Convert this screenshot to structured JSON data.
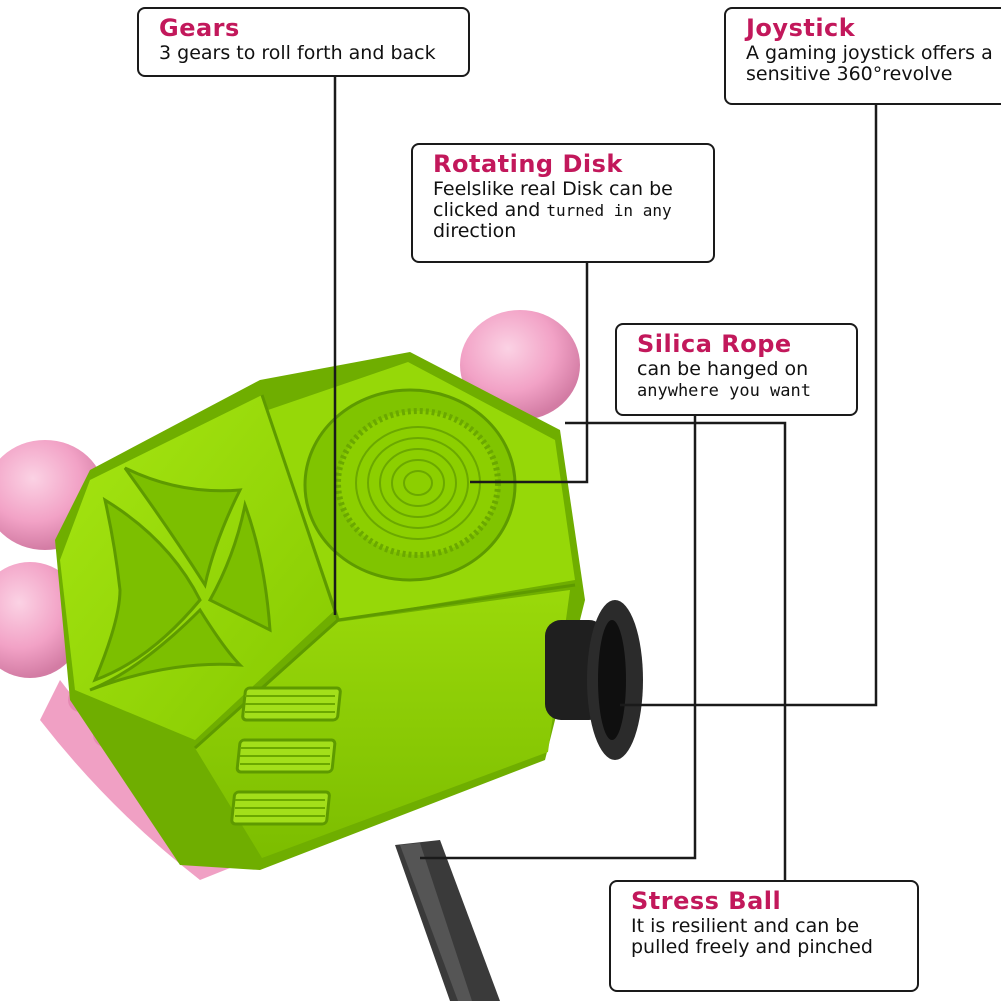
{
  "colors": {
    "title_accent": "#c2185b",
    "cube_green": "#8fd400",
    "cube_green_dark": "#5e9a00",
    "pink": "#f4a6c8",
    "black": "#1a1a1a"
  },
  "callouts": {
    "gears": {
      "title": "Gears",
      "desc": "3 gears to roll forth and back"
    },
    "joystick": {
      "title": "Joystick",
      "line1": "A gaming joystick offers a",
      "line2": "sensitive 360°revolve"
    },
    "rotating_disk": {
      "title": "Rotating Disk",
      "line1": "Feelslike real Disk can be",
      "line2_a": "clicked and ",
      "line2_b": "turned in any",
      "line3": "direction"
    },
    "silica_rope": {
      "title": "Silica Rope",
      "line1": "can be hanged on",
      "line2": "anywhere you want"
    },
    "stress_ball": {
      "title": "Stress Ball",
      "line1": "It is resilient and can be",
      "line2": "pulled freely and pinched"
    }
  },
  "product": {
    "icons": [
      "x-cross-face-icon",
      "rotating-disk-icon",
      "gear-roller-icon",
      "joystick-icon",
      "pink-ball-icon",
      "silica-rope-icon"
    ]
  }
}
